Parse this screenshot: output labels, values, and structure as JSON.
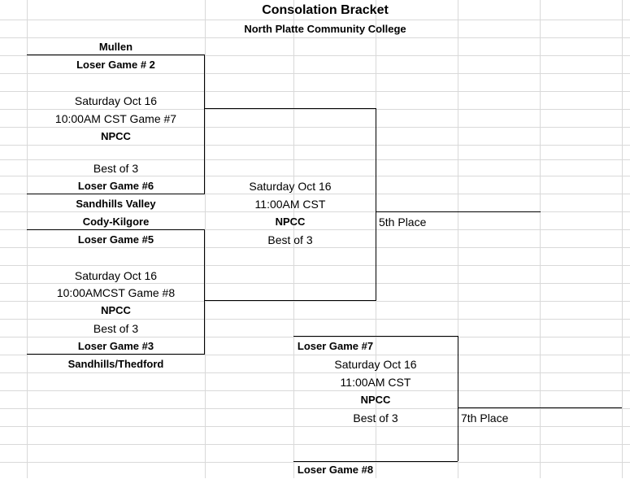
{
  "title": "Consolation Bracket",
  "subtitle": "North Platte Community College",
  "game7": {
    "top_team": "Mullen",
    "top_seed": "Loser Game # 2",
    "date": "Saturday Oct 16",
    "time": "10:00AM CST  Game #7",
    "venue": "NPCC",
    "format": "Best of 3",
    "bottom_seed": "Loser Game #6",
    "bottom_team": "Sandhills Valley"
  },
  "game8": {
    "top_team": "Cody-Kilgore",
    "top_seed": "Loser Game #5",
    "date": "Saturday Oct 16",
    "time": "10:00AMCST Game #8",
    "venue": "NPCC",
    "format": "Best of 3",
    "bottom_seed": "Loser Game #3",
    "bottom_team": "Sandhills/Thedford"
  },
  "fifth_place_game": {
    "date": "Saturday Oct 16",
    "time": "11:00AM CST",
    "venue": "NPCC",
    "format": "Best of 3",
    "result_label": "5th Place"
  },
  "seventh_place_game": {
    "top_seed": "Loser Game #7",
    "date": "Saturday Oct 16",
    "time": "11:00AM CST",
    "venue": "NPCC",
    "format": "Best of 3",
    "bottom_seed": "Loser Game #8",
    "result_label": "7th Place"
  }
}
